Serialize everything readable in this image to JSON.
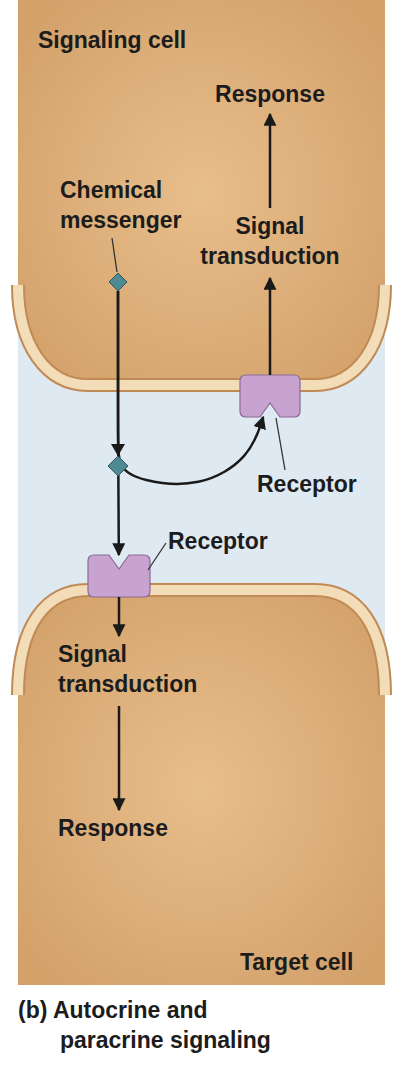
{
  "diagram": {
    "caption": "(b) Autocrine and paracrine signaling",
    "nodes": [
      {
        "text": [
          "Signaling cell"
        ]
      },
      {
        "text": [
          "Chemical messenger"
        ],
        "in": 0
      },
      {
        "text": [
          "Receptor"
        ],
        "in": 0
      },
      {
        "text": [
          "Target cell"
        ]
      },
      {
        "text": [
          "Receptor"
        ],
        "in": 3
      }
    ],
    "edges": [
      {
        "from": 1,
        "to": 2,
        "arrow": "to"
      },
      {
        "from": 1,
        "to": 4,
        "arrow": "to"
      }
    ],
    "labels": [
      "Response",
      "Signal transduction",
      "Signal transduction",
      "Response"
    ]
  }
}
